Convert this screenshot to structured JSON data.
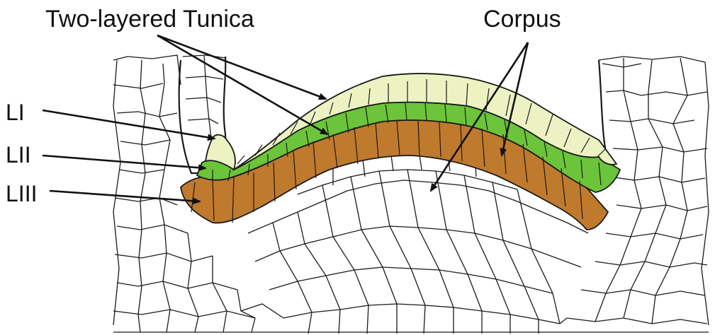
{
  "labels": {
    "tunica": "Two-layered Tunica",
    "corpus": "Corpus",
    "l1": "LI",
    "l2": "LII",
    "l3": "LIII"
  },
  "colors": {
    "layer_l1": "#ecf2c2",
    "layer_l2": "#6cc43a",
    "layer_l3": "#bf7a2e",
    "cell_wall": "#1a1a1a",
    "background": "#ffffff"
  }
}
